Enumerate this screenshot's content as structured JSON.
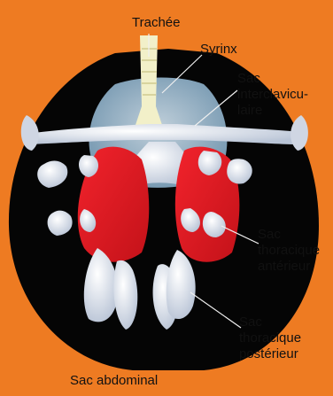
{
  "labels": {
    "trachea": "Trachée",
    "syrinx": "Syrinx",
    "interclavicular_lines": [
      "Sac",
      "interclavicu-",
      "laire"
    ],
    "anterior_thoracic_lines": [
      "Sac",
      "thoracique",
      "antérieur"
    ],
    "posterior_thoracic_lines": [
      "Sac",
      "thoracique",
      "postérieur"
    ],
    "abdominal": "Sac abdominal"
  },
  "colors": {
    "background": "#ee7b22",
    "body": "#050505",
    "lungs": "#e11b24",
    "air_sacs": "#dde3ee",
    "syrinx_core": "#a9c8dc",
    "trachea": "#f2f0c9",
    "leader_lines": "#f0f0f0"
  }
}
